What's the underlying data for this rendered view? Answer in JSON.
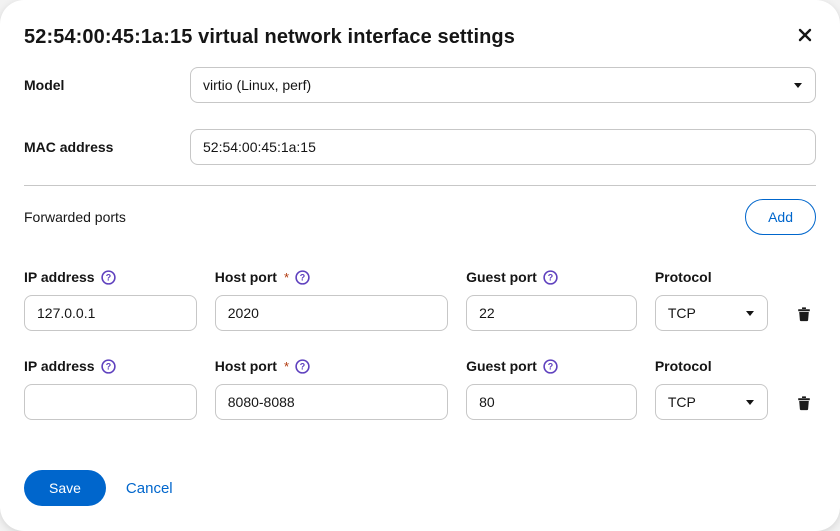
{
  "dialog": {
    "title": "52:54:00:45:1a:15 virtual network interface settings"
  },
  "fields": {
    "model": {
      "label": "Model",
      "value": "virtio (Linux, perf)"
    },
    "mac": {
      "label": "MAC address",
      "value": "52:54:00:45:1a:15"
    }
  },
  "forwarded_ports": {
    "label": "Forwarded ports",
    "add_label": "Add",
    "required_indicator": "*",
    "columns": {
      "ip": "IP address",
      "host": "Host port",
      "guest": "Guest port",
      "protocol": "Protocol"
    },
    "rows": [
      {
        "ip": "127.0.0.1",
        "host": "2020",
        "guest": "22",
        "protocol": "TCP"
      },
      {
        "ip": "",
        "host": "8080-8088",
        "guest": "80",
        "protocol": "TCP"
      }
    ]
  },
  "footer": {
    "save_label": "Save",
    "cancel_label": "Cancel"
  },
  "icons": {
    "close": "close-icon",
    "help": "help-question-circle-icon",
    "trash": "trash-icon",
    "caret": "chevron-down-icon"
  },
  "colors": {
    "primary": "#0066cc",
    "help_icon": "#5e40be",
    "required": "#b1380b",
    "input_border": "#c7c7c7",
    "text": "#151515",
    "backdrop": "#f2f2f2"
  }
}
